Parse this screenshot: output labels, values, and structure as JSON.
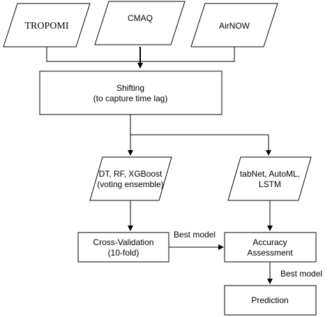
{
  "nodes": {
    "tropomi": "TROPOMI",
    "cmaq": "CMAQ",
    "airnow": "AirNOW",
    "shifting": [
      "Shifting",
      "(to capture time lag)"
    ],
    "ml_models": [
      "DT, RF, XGBoost",
      "(voting ensemble)"
    ],
    "dl_models": [
      "tabNet, AutoML,",
      "LSTM"
    ],
    "cross_validation": [
      "Cross-Validation",
      "(10-fold)"
    ],
    "accuracy": [
      "Accuracy",
      "Assessment"
    ],
    "prediction": "Prediction"
  },
  "edges": {
    "cv_to_accuracy": "Best model",
    "accuracy_to_prediction": "Best model"
  }
}
